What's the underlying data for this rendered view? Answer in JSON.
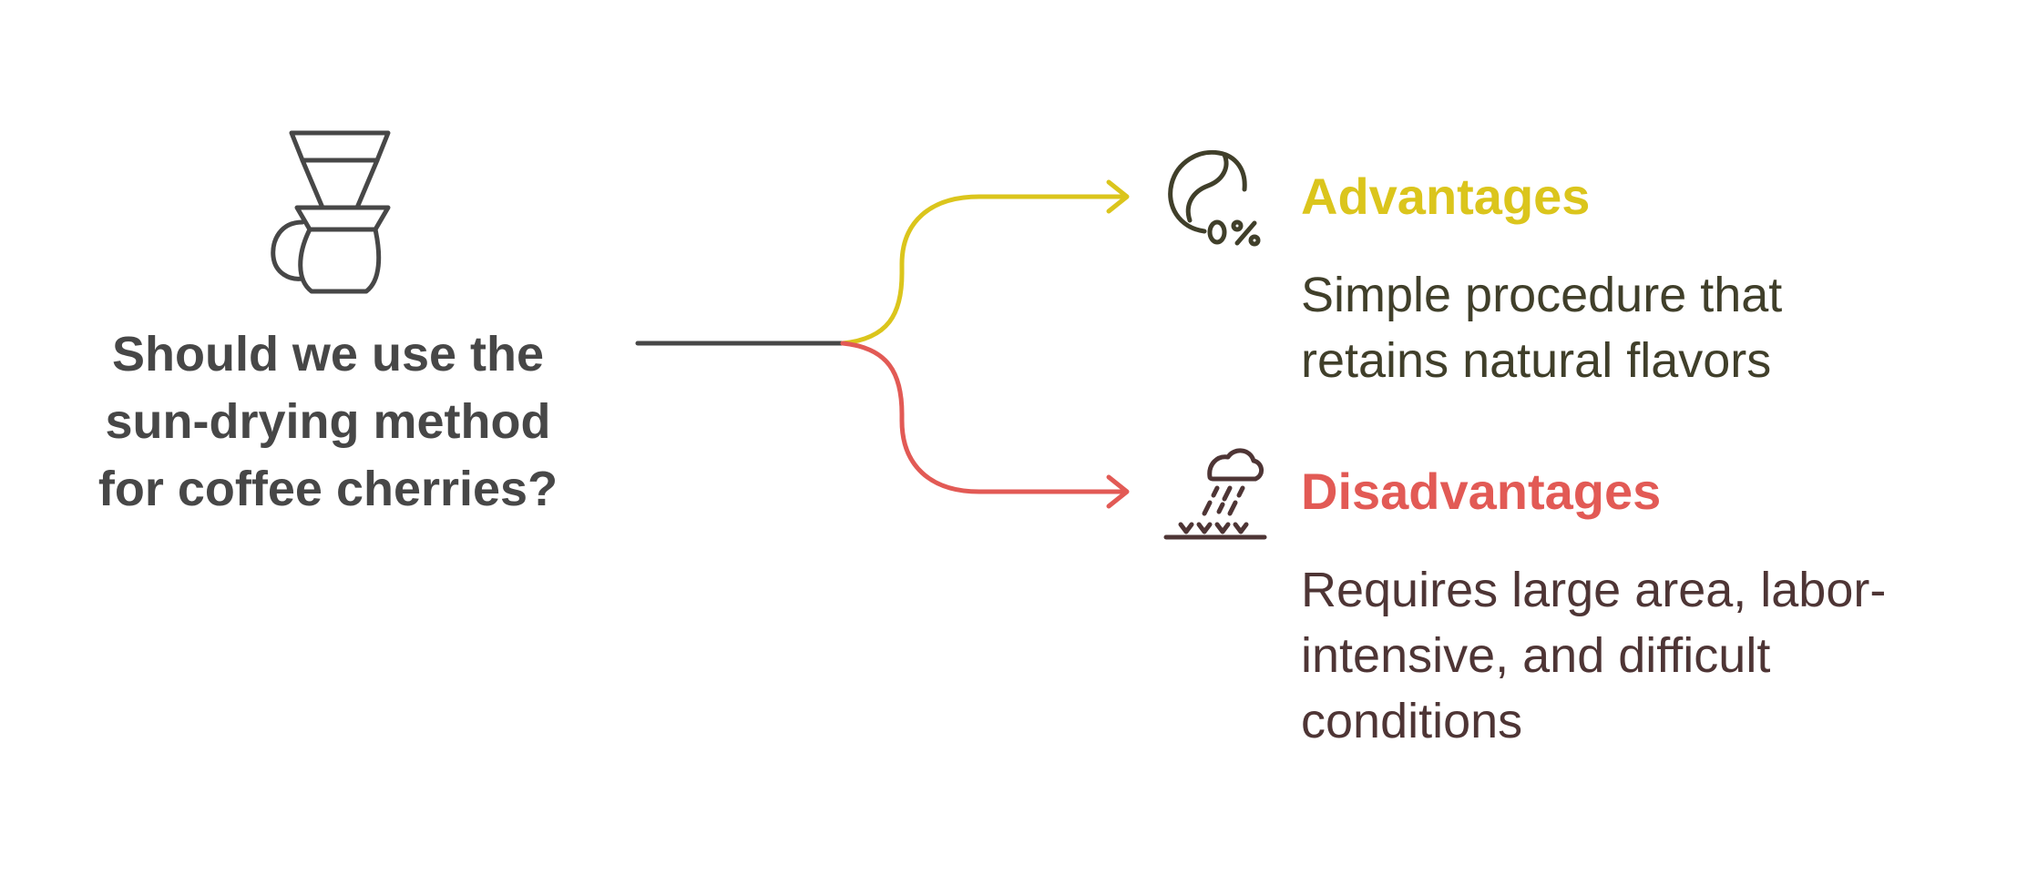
{
  "diagram": {
    "question_lines": [
      "Should we use the",
      "sun-drying method",
      "for coffee cherries?"
    ],
    "colors": {
      "question": "#474747",
      "trunk": "#474747",
      "advantages_accent": "#dbc51c",
      "advantages_text": "#403f2a",
      "disadvantages_accent": "#e25a55",
      "disadvantages_text": "#4e3535"
    },
    "question_icon": "pour-over-coffee-icon",
    "branches": {
      "advantages": {
        "icon": "coffee-bean-zero-percent-icon",
        "title": "Advantages",
        "text_lines": [
          "Simple procedure that",
          "retains natural flavors"
        ]
      },
      "disadvantages": {
        "icon": "rain-cloud-over-ground-icon",
        "title": "Disadvantages",
        "text_lines": [
          "Requires large area, labor-",
          "intensive, and difficult",
          "conditions"
        ]
      }
    }
  }
}
